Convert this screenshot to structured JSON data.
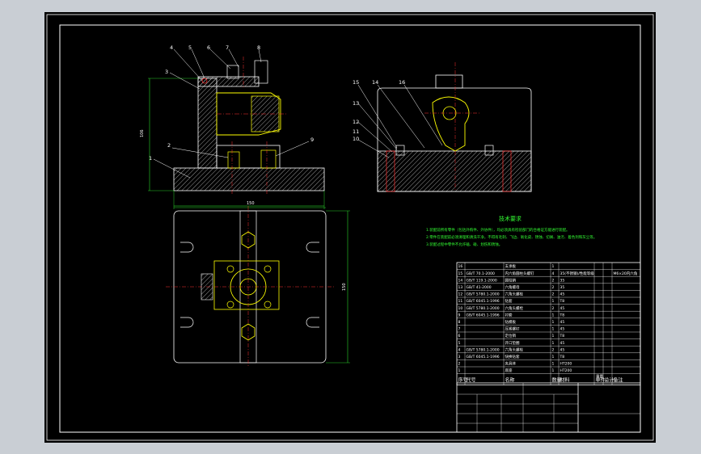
{
  "drawing": {
    "balloons": {
      "front": [
        "1",
        "2",
        "3",
        "4",
        "5",
        "6",
        "7",
        "8",
        "9"
      ],
      "side": [
        "10",
        "11",
        "12",
        "13",
        "14",
        "15",
        "16"
      ]
    },
    "dimensions": {
      "height": "106",
      "width_top": "150",
      "width_plan": "150",
      "depth_plan": "150"
    },
    "notes": {
      "title": "技术要求",
      "lines": [
        "1.装配前所有零件（包括外购件、外协件），均必须具有检验部门的合格证方能进行装配。",
        "2.零件在装配前必须清理和清洗干净，不得有毛刺、飞边、氧化皮、锈蚀、切屑、油污、着色剂和灰尘等。",
        "3.装配过程中零件不允许磕、碰、划伤和锈蚀。"
      ]
    },
    "bom": {
      "header": [
        "序号",
        "代号",
        "名称",
        "数量",
        "材料",
        "单件",
        "总计",
        "备注"
      ],
      "weight_header": "重量",
      "rows": [
        [
          "16",
          "",
          "支承板",
          "1",
          "",
          "",
          "",
          ""
        ],
        [
          "15",
          "GB/T 70.1-2000",
          "内六角圆柱头螺钉",
          "4",
          "35(不锈钢)/性能等级",
          "",
          "",
          "M6×20内六角"
        ],
        [
          "14",
          "GB/T 119.1-2000",
          "圆柱销",
          "2",
          "35",
          "",
          "",
          ""
        ],
        [
          "13",
          "GB/T 41-2000",
          "六角螺母",
          "2",
          "35",
          "",
          "",
          ""
        ],
        [
          "12",
          "GB/T 5780.1-2000",
          "六角头螺栓",
          "2",
          "45",
          "",
          "",
          ""
        ],
        [
          "11",
          "GB/T 6045.1-1996",
          "钻套",
          "1",
          "T8",
          "",
          "",
          ""
        ],
        [
          "10",
          "GB/T 5780.1-2000",
          "六角头螺栓",
          "2",
          "45",
          "",
          "",
          ""
        ],
        [
          "9",
          "GB/T 6045.1-1996",
          "衬套",
          "1",
          "T8",
          "",
          "",
          ""
        ],
        [
          "8",
          "",
          "钻模板",
          "1",
          "45",
          "",
          "",
          ""
        ],
        [
          "7",
          "",
          "压紧螺钉",
          "1",
          "45",
          "",
          "",
          ""
        ],
        [
          "6",
          "",
          "定位销",
          "1",
          "T8",
          "",
          "",
          ""
        ],
        [
          "5",
          "",
          "开口垫圈",
          "1",
          "45",
          "",
          "",
          ""
        ],
        [
          "4",
          "GB/T 5780.1-2000",
          "六角头螺栓",
          "2",
          "45",
          "",
          "",
          ""
        ],
        [
          "3",
          "GB/T 6045.1-1996",
          "快换钻套",
          "1",
          "T8",
          "",
          "",
          ""
        ],
        [
          "2",
          "",
          "夹具体",
          "1",
          "HT200",
          "",
          "",
          ""
        ],
        [
          "1",
          "",
          "底座",
          "1",
          "HT200",
          "",
          "",
          ""
        ]
      ]
    }
  },
  "colors": {
    "sheet": "#c9ced4",
    "viewport": "#000000",
    "line": "#ffffff",
    "hatch": "#ffffff",
    "center": "#ff3030",
    "dimension": "#33ff33",
    "part": "#ffff00",
    "note": "#33ff33"
  }
}
